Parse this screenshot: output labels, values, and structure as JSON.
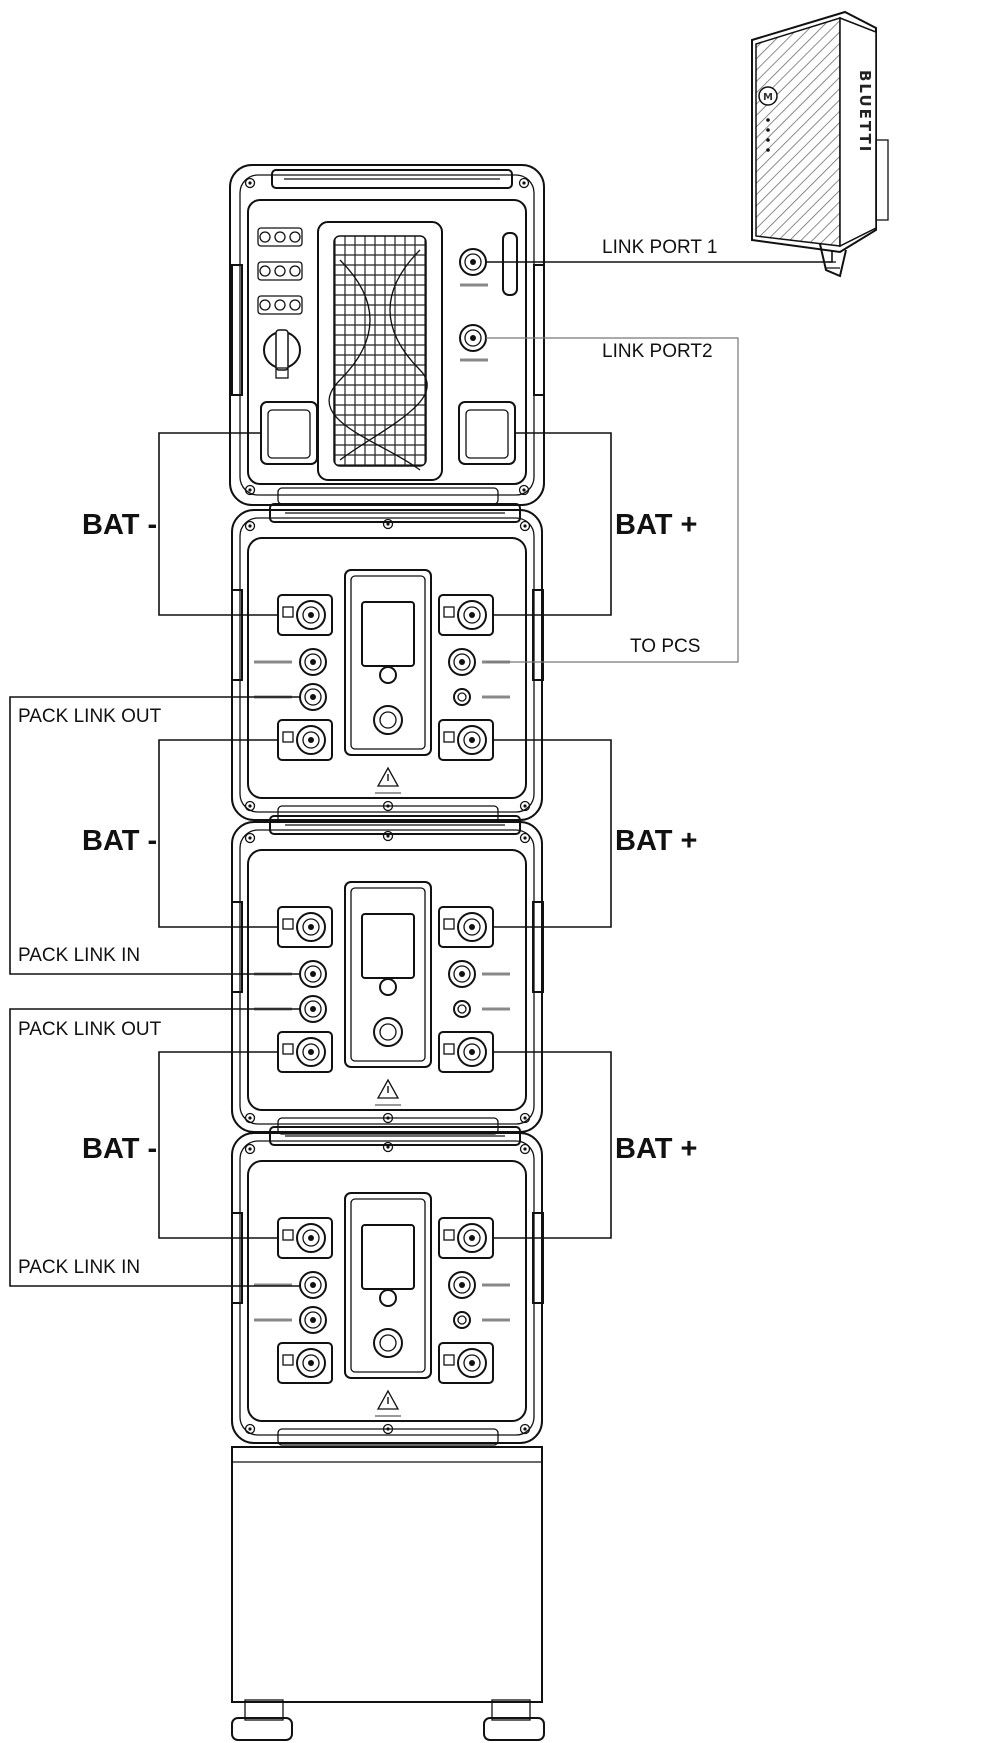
{
  "labels": {
    "link_port_1": "LINK PORT 1",
    "link_port_2": "LINK PORT2",
    "to_pcs": "TO PCS",
    "bat_minus": "BAT -",
    "bat_plus": "BAT +",
    "pack_link_out": "PACK LINK OUT",
    "pack_link_in": "PACK LINK IN"
  },
  "wifi_module": {
    "logo": "BLUETTI",
    "logo_letter": "M"
  },
  "colors": {
    "line": "#111111",
    "background": "#ffffff",
    "wire_secondary": "#777777"
  }
}
